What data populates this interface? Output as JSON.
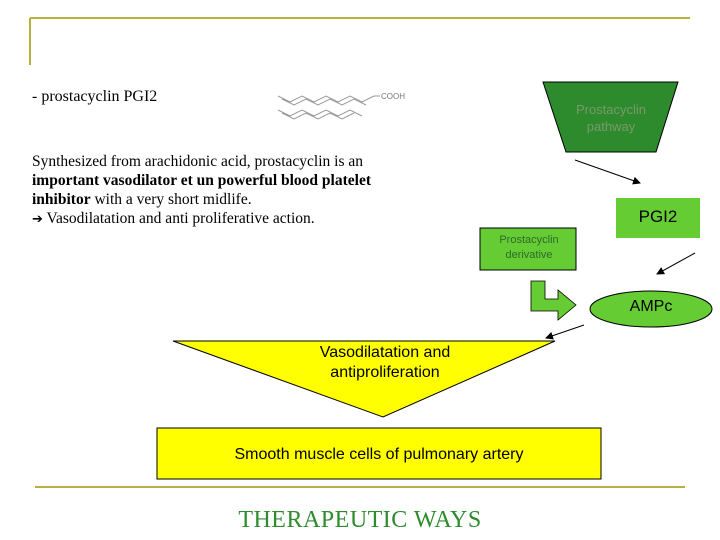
{
  "slide": {
    "heading": "- prostacyclin PGI2",
    "molecule_label": "COOH",
    "body_lines": [
      {
        "normal": "Synthesized from arachidonic acid,  prostacyclin is an",
        "bold": ""
      },
      {
        "normal": "",
        "bold": "important vasodilator et un powerful blood platelet"
      },
      {
        "normal": " with a very short midlife.",
        "bold": "inhibitor"
      },
      {
        "normal": " Vasodilatation and anti proliferative action.",
        "bold": ""
      }
    ],
    "arrow_glyph": "➔",
    "footer_title": "THERAPEUTIC WAYS"
  },
  "diagram": {
    "prostacyclin_pathway": "Prostacyclin pathway",
    "pgi2": "PGI2",
    "prostacyclin_derivative": "Prostacyclin derivative",
    "ampc": "AMPc",
    "vasodilatation": "Vasodilatation and antiproliferation",
    "smooth_muscle": "Smooth muscle cells of pulmonary artery"
  },
  "colors": {
    "accent_olive": "#b8b040",
    "green_fill": "#66cc33",
    "dark_green_fill": "#2d8a2d",
    "yellow_fill": "#ffff00",
    "footer_green": "#2e8b2e"
  }
}
